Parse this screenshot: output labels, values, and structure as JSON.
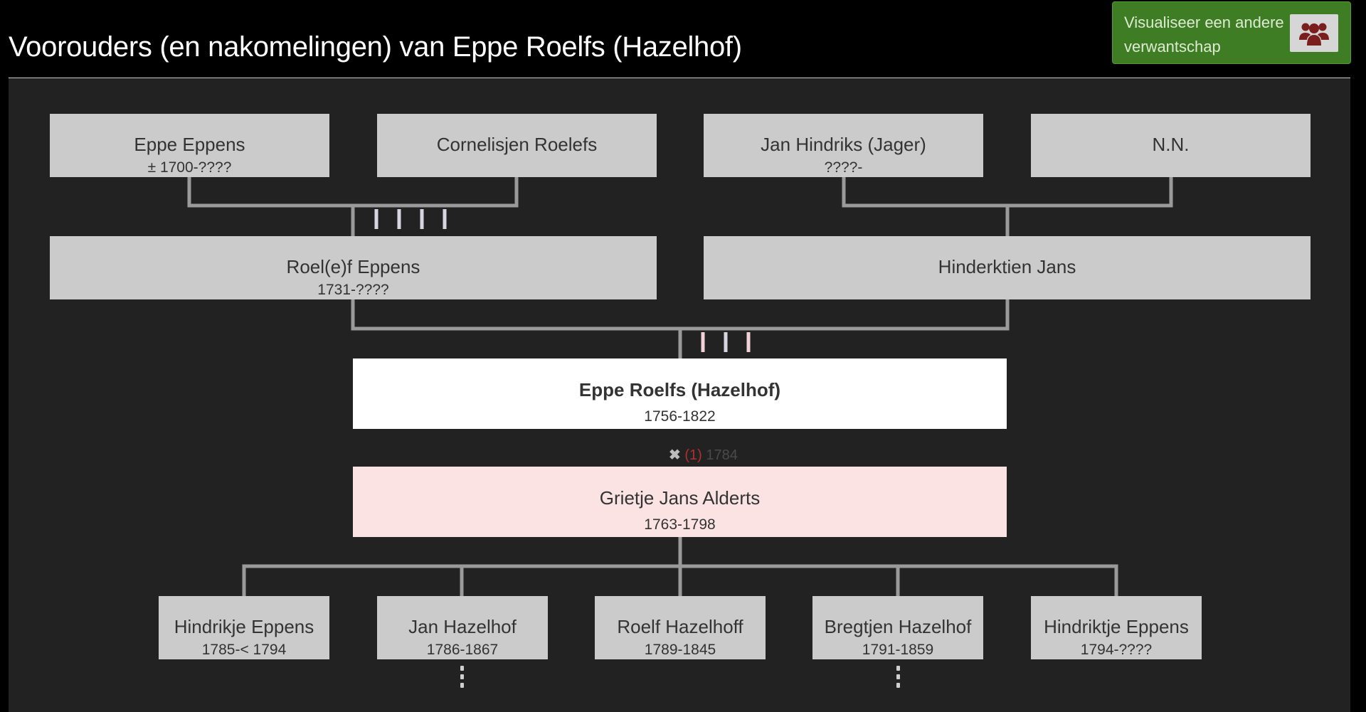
{
  "page": {
    "title": "Voorouders (en nakomelingen) van Eppe Roelfs (Hazelhof)",
    "action_button": {
      "label": "Visualiseer een andere verwantschap",
      "icon": "users-icon"
    }
  },
  "colors": {
    "background": "#000000",
    "panel": "#222222",
    "person_box": "#cbcbcb",
    "main_person_box": "#ffffff",
    "spouse_box": "#fbe3e3",
    "action_button": "#3f7d24",
    "connector": "#9a9a9a"
  },
  "tree": {
    "grandparents": [
      {
        "name": "Eppe Eppens",
        "dates": "± 1700-????"
      },
      {
        "name": "Cornelisjen Roelefs",
        "dates": ""
      },
      {
        "name": "Jan Hindriks (Jager)",
        "dates": "????-"
      },
      {
        "name": "N.N.",
        "dates": ""
      }
    ],
    "parents": [
      {
        "name": "Roel(e)f Eppens",
        "dates": "1731-????"
      },
      {
        "name": "Hinderktien Jans",
        "dates": ""
      }
    ],
    "main_person": {
      "name": "Eppe Roelfs (Hazelhof)",
      "dates": "1756-1822"
    },
    "marriage": {
      "icon": "cross-icon",
      "number": "(1)",
      "year": "1784"
    },
    "spouse": {
      "name": "Grietje Jans Alderts",
      "dates": "1763-1798"
    },
    "children": [
      {
        "name": "Hindrikje Eppens",
        "dates": "1785-< 1794",
        "has_more": false
      },
      {
        "name": "Jan Hazelhof",
        "dates": "1786-1867",
        "has_more": true
      },
      {
        "name": "Roelf Hazelhoff",
        "dates": "1789-1845",
        "has_more": false
      },
      {
        "name": "Bregtjen Hazelhof",
        "dates": "1791-1859",
        "has_more": true
      },
      {
        "name": "Hindriktje Eppens",
        "dates": "1794-????",
        "has_more": false
      }
    ]
  }
}
